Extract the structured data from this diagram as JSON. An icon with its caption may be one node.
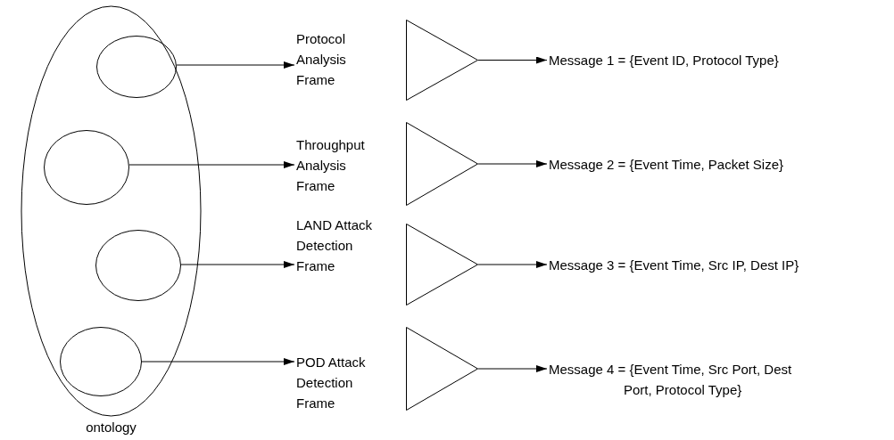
{
  "diagram": {
    "nodes": [
      {
        "text": [
          "ontology"
        ]
      },
      {
        "text": [],
        "shape": "ellipse",
        "in": 0
      },
      {
        "text": [],
        "shape": "ellipse",
        "in": 0
      },
      {
        "text": [],
        "shape": "ellipse",
        "in": 0
      },
      {
        "text": [],
        "shape": "ellipse",
        "in": 0
      },
      {
        "text": [
          "Protocol Analysis Frame"
        ]
      },
      {
        "text": [],
        "shape": "triangle"
      },
      {
        "text": [
          "Message 1 = {Event ID, Protocol Type}"
        ]
      },
      {
        "text": [
          "Throughput Analysis Frame"
        ]
      },
      {
        "text": [],
        "shape": "triangle"
      },
      {
        "text": [
          "Message 2 = {Event Time, Packet Size}"
        ]
      },
      {
        "text": [
          "LAND Attack Detection Frame"
        ]
      },
      {
        "text": [],
        "shape": "triangle"
      },
      {
        "text": [
          "Message 3 = {Event Time, Src IP, Dest IP}"
        ]
      },
      {
        "text": [
          "POD Attack Detection Frame"
        ]
      },
      {
        "text": [],
        "shape": "triangle"
      },
      {
        "text": [
          "Message 4 = {Event Time, Src Port, Dest Port, Protocol Type}"
        ]
      }
    ],
    "edges": [
      {
        "from": 1,
        "to": 5,
        "arrow": "to"
      },
      {
        "from": 2,
        "to": 8,
        "arrow": "to"
      },
      {
        "from": 3,
        "to": 11,
        "arrow": "to"
      },
      {
        "from": 4,
        "to": 14,
        "arrow": "to"
      },
      {
        "from": 6,
        "to": 7,
        "arrow": "to"
      },
      {
        "from": 9,
        "to": 10,
        "arrow": "to"
      },
      {
        "from": 12,
        "to": 13,
        "arrow": "to"
      },
      {
        "from": 15,
        "to": 16,
        "arrow": "to"
      }
    ]
  }
}
